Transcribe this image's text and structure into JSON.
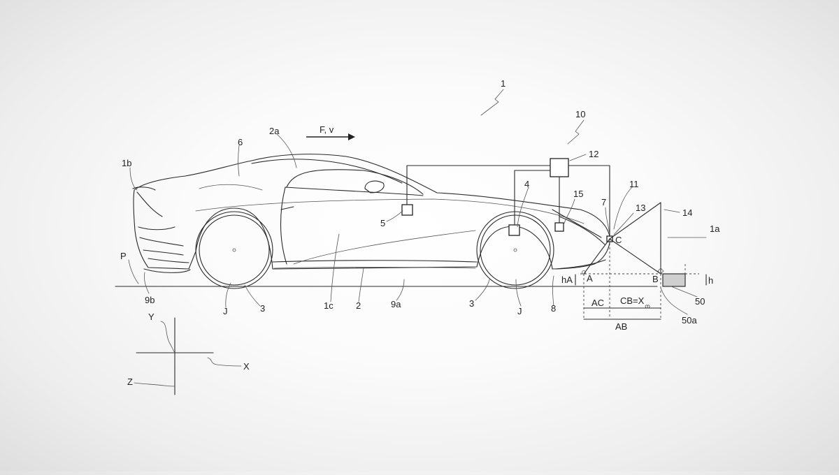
{
  "figure": {
    "refs": {
      "r1": "1",
      "r10": "10",
      "r2a": "2a",
      "r1b": "1b",
      "r6": "6",
      "r12": "12",
      "r4": "4",
      "r15": "15",
      "r11": "11",
      "r7": "7",
      "r13": "13",
      "r14": "14",
      "r1a": "1a",
      "r5": "5",
      "rC": "C",
      "rP": "P",
      "r9b": "9b",
      "rJ_rear": "J",
      "r3_rear": "3",
      "r1c": "1c",
      "r2": "2",
      "r9a": "9a",
      "r3_front": "3",
      "rJ_front": "J",
      "r8": "8",
      "rhA": "hA",
      "rA": "A",
      "rB": "B",
      "rh": "h",
      "r50": "50",
      "r50a": "50a",
      "rAC": "AC",
      "rCB": "CB=X",
      "rCB_sub": "ന",
      "rAB": "AB",
      "rFv": "F, v",
      "axY": "Y",
      "axX": "X",
      "axZ": "Z"
    }
  }
}
